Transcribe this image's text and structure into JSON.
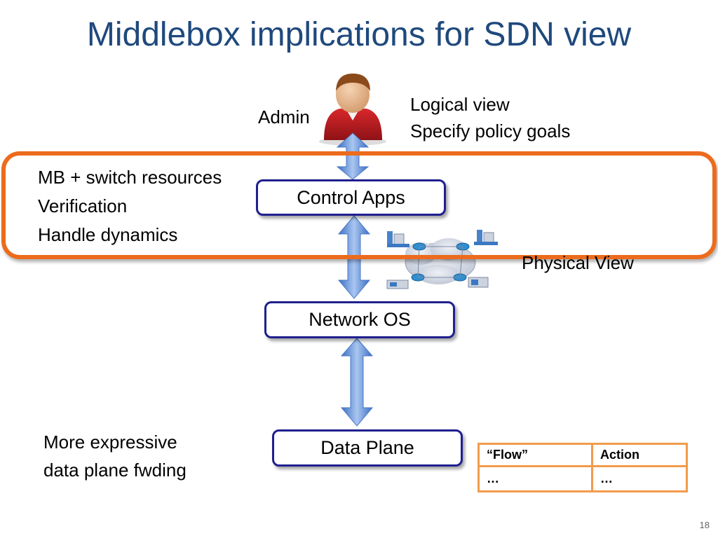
{
  "slide": {
    "title": "Middlebox implications for SDN view",
    "page_number": "18"
  },
  "labels": {
    "admin": "Admin",
    "logical_view_line1": "Logical view",
    "logical_view_line2": "Specify policy goals",
    "mb_line1": "MB + switch resources",
    "mb_line2": "Verification",
    "mb_line3": "Handle dynamics",
    "physical_view": "Physical View",
    "expressive_line1": "More expressive",
    "expressive_line2": "data plane fwding"
  },
  "boxes": {
    "control_apps": "Control Apps",
    "network_os": "Network OS",
    "data_plane": "Data Plane"
  },
  "flow_table": {
    "headers": [
      "“Flow”",
      "Action"
    ],
    "rows": [
      [
        "…",
        "…"
      ]
    ]
  },
  "colors": {
    "title": "#1f497d",
    "box_border": "#1f1f8f",
    "highlight_frame": "#ec6b1c",
    "table_border": "#f29b4c",
    "arrow": "#5b8bd6"
  }
}
